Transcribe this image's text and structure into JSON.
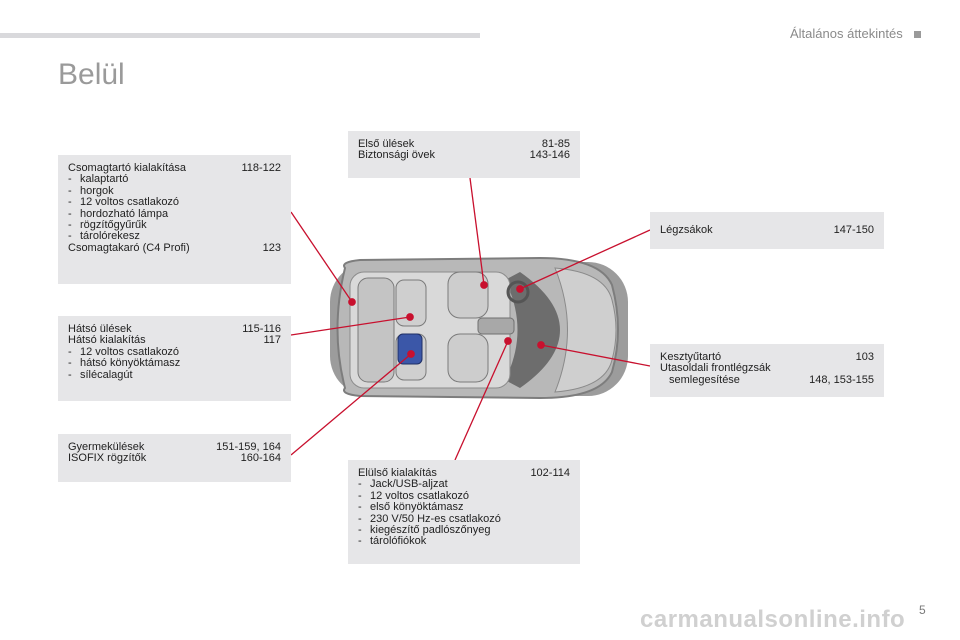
{
  "header": {
    "section_title": "Általános áttekintés"
  },
  "page": {
    "heading": "Belül",
    "number": "5"
  },
  "boxes": {
    "csomagtarto": {
      "title": "Csomagtartó kialakítása",
      "title_pages": "118-122",
      "items": [
        "kalaptartó",
        "horgok",
        "12 voltos csatlakozó",
        "hordozható lámpa",
        "rögzítőgyűrűk",
        "tárolórekesz"
      ],
      "extra": "Csomagtakaró (C4 Profi)",
      "extra_pages": "123"
    },
    "hatso": {
      "title": "Hátsó ülések",
      "title_pages": "115-116",
      "title2": "Hátsó kialakítás",
      "title2_pages": "117",
      "items": [
        "12 voltos csatlakozó",
        "hátsó könyöktámasz",
        "sílécalagút"
      ]
    },
    "gyermek": {
      "title": "Gyermekülések",
      "title_pages": "151-159, 164",
      "title2": "ISOFIX rögzítők",
      "title2_pages": "160-164"
    },
    "elso": {
      "title": "Első ülések",
      "title_pages": "81-85",
      "title2": "Biztonsági övek",
      "title2_pages": "143-146"
    },
    "legzsak": {
      "title": "Légzsákok",
      "title_pages": "147-150"
    },
    "kesztyu": {
      "title": "Kesztyűtartó",
      "title_pages": "103",
      "line2": "Utasoldali frontlégzsák",
      "line3": "semlegesítése",
      "line3_pages": "148, 153-155"
    },
    "elulso": {
      "title": "Elülső kialakítás",
      "title_pages": "102-114",
      "items": [
        "Jack/USB-aljzat",
        "12 voltos csatlakozó",
        "első könyöktámasz",
        "230 V/50 Hz-es csatlakozó",
        "kiegészítő padlószőnyeg",
        "tárolófiókok"
      ]
    }
  },
  "dash": "-",
  "watermark": "carmanualsonline.info",
  "colors": {
    "leader": "#c8102e",
    "box_bg": "#e6e6e8",
    "heading": "#9a9a9a"
  }
}
